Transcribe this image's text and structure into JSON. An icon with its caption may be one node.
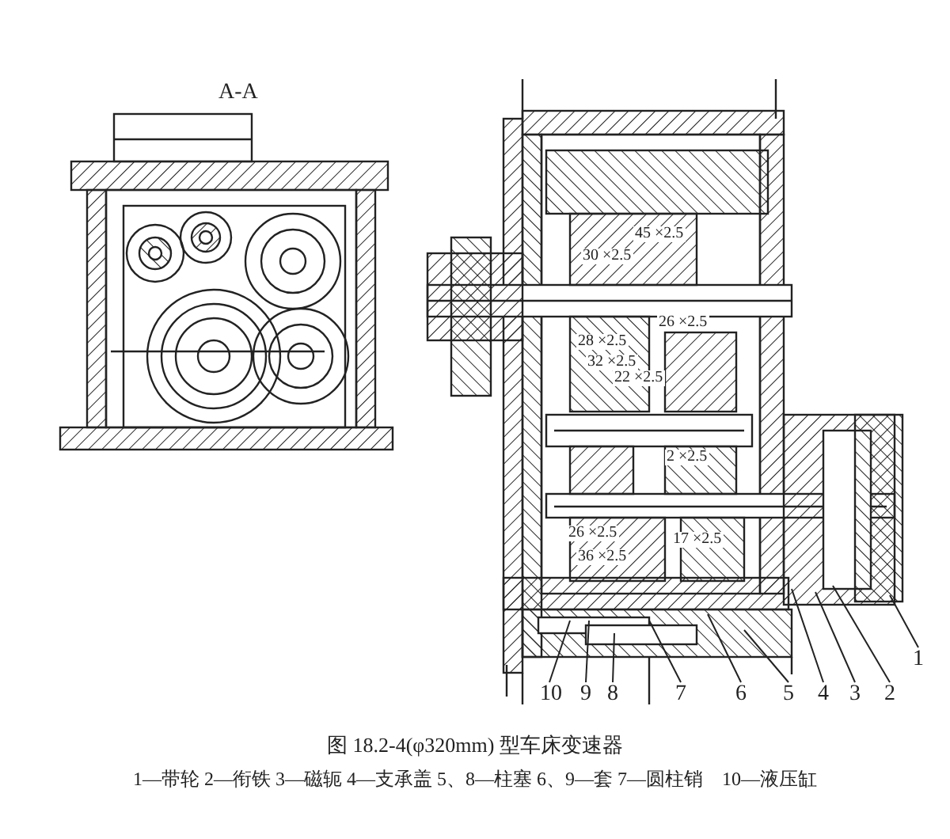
{
  "diagram": {
    "title": "图 18.2-4(φ320mm) 型车床变速器",
    "caption": "1—带轮 2—衔铁 3—磁轭 4—支承盖 5、8—柱塞 6、9—套 7—圆柱销　10—液压缸",
    "nodes": [
      {
        "text": [
          "10"
        ]
      },
      {
        "text": [
          "9"
        ]
      },
      {
        "text": [
          "8"
        ]
      },
      {
        "text": [
          "7"
        ]
      },
      {
        "text": [
          "6"
        ]
      },
      {
        "text": [
          "5"
        ]
      },
      {
        "text": [
          "4"
        ]
      },
      {
        "text": [
          "3"
        ]
      },
      {
        "text": [
          "2"
        ]
      },
      {
        "text": [
          "1"
        ]
      }
    ],
    "edges": [
      {
        "from": 0,
        "to": null,
        "arrow": "none"
      },
      {
        "from": 1,
        "to": null,
        "arrow": "none"
      },
      {
        "from": 2,
        "to": null,
        "arrow": "none"
      },
      {
        "from": 3,
        "to": null,
        "arrow": "none"
      },
      {
        "from": 4,
        "to": null,
        "arrow": "none"
      },
      {
        "from": 5,
        "to": null,
        "arrow": "none"
      },
      {
        "from": 6,
        "to": null,
        "arrow": "none"
      },
      {
        "from": 7,
        "to": null,
        "arrow": "none"
      },
      {
        "from": 8,
        "to": null,
        "arrow": "none"
      },
      {
        "from": 9,
        "to": null,
        "arrow": "none"
      }
    ],
    "labels": [
      "A-A",
      "45 ×2.5",
      "30 ×2.5",
      "26 ×2.5",
      "28 ×2.5",
      "32 ×2.5",
      "22 ×2.5",
      "2 ×2.5",
      "26 ×2.5",
      "17 ×2.5",
      "36 ×2.5"
    ]
  }
}
